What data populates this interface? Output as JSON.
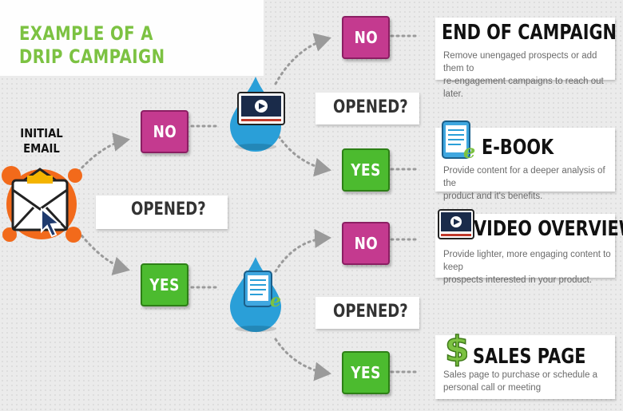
{
  "title": {
    "line1": "EXAMPLE OF A",
    "line2": "DRIP CAMPAIGN"
  },
  "colors": {
    "accent_green": "#7cc242",
    "no_magenta": "#c43a8f",
    "yes_green": "#4cbb2f",
    "drop_blue": "#2a9fd8",
    "email_orange": "#f26a1b"
  },
  "initial_email": {
    "line1": "INITIAL",
    "line2": "EMAIL",
    "icon": "envelope-icon"
  },
  "decisions": {
    "first_question": "OPENED?",
    "first_no": "NO",
    "first_yes": "YES",
    "upper_question": "OPENED?",
    "upper_no": "NO",
    "upper_yes": "YES",
    "lower_question": "OPENED?",
    "lower_no": "NO",
    "lower_yes": "YES"
  },
  "drops": {
    "upper_icon": "video-player-icon",
    "lower_icon": "ebook-icon"
  },
  "results": {
    "end_campaign": {
      "title": "END OF CAMPAIGN",
      "line1": "Remove unengaged prospects or add them to",
      "line2": "re-engagement campaigns to reach out later."
    },
    "ebook": {
      "title": "E-BOOK",
      "line1": "Provide content for a deeper analysis of the",
      "line2": "product and it's benefits.",
      "icon": "ebook-icon"
    },
    "video_overview": {
      "title": "VIDEO OVERVIEW",
      "line1": "Provide lighter, more engaging content to keep",
      "line2": "prospects interested in your product.",
      "icon": "video-player-icon"
    },
    "sales_page": {
      "title": "SALES PAGE",
      "line1": "Sales page to purchase or schedule a",
      "line2": "personal call or meeting",
      "icon": "dollar-sign-icon"
    }
  }
}
